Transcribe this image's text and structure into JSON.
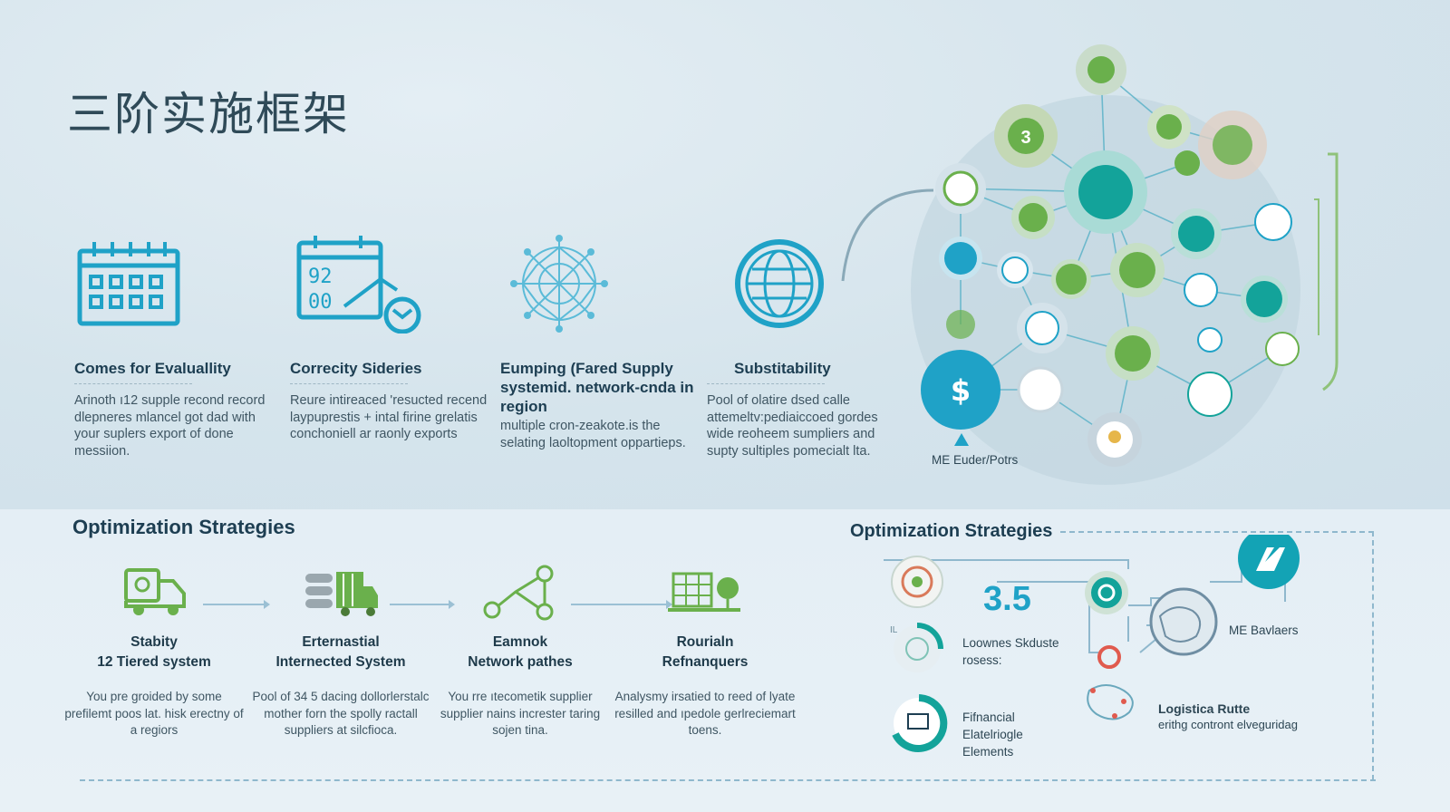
{
  "page_title": "三阶实施框架",
  "features": [
    {
      "title": "Comes for Evaluallity",
      "desc": "Arinoth ı12 supple recond record dlepneres mlancel got dad with your suplers export of done messiion."
    },
    {
      "title": "Correcity Sideries",
      "desc": "Reure intireaced 'resucted recend laypuprestis + intal firine grelatis conchoniell ar raonly exports"
    },
    {
      "title": "Eumping (Fared Supply systemid. network-cnda in region",
      "desc": "multiple cron-zeakote.is the selating laoltopment oppartieps."
    },
    {
      "title": "Substitability",
      "desc": "Pool of olatire dsed calle attemeltv:pediaiccoed gordes wide reoheem sumpliers and supty sultiples pomecialt lta."
    }
  ],
  "network_label": "ME Euder/Potrs",
  "network_badge": "3",
  "left_section_title": "Optimization Strategies",
  "strategies": [
    {
      "title_line1": "Stabity",
      "title_line2": "12 Tiered system",
      "desc": "You pre groided by some prefilemt poos lat. hisk erectny of a regiors"
    },
    {
      "title_line1": "Erternastial",
      "title_line2": "Internected System",
      "desc": "Pool of 34 5 dacing dollorlerstalc mother forn the spolly ractall suppliers at silcfioca."
    },
    {
      "title_line1": "Eamnok",
      "title_line2": "Network pathes",
      "desc": "You rre ıtecometik supplier supplier nains increster taring sojen tina."
    },
    {
      "title_line1": "Rourialn",
      "title_line2": "Refnanquers",
      "desc": "Analysmy irsatied to reed of lyate resilled and ıpedole gerlreciemart toens."
    }
  ],
  "right_section_title": "Optimization Strategies",
  "right_panel": {
    "big_number": "3.5",
    "small_mark": "IL",
    "item1": "Loownes Skduste rosess:",
    "item2": "Fifnancial Elatelriogle Elements",
    "item3": "ME Bavlaers",
    "item4_title": "Logistica Rutte",
    "item4_desc": "erithg contront elveguridag"
  },
  "colors": {
    "blue": "#1fa2c7",
    "green": "#6ab04c",
    "teal": "#13a39a",
    "dark": "#1d3e52"
  }
}
